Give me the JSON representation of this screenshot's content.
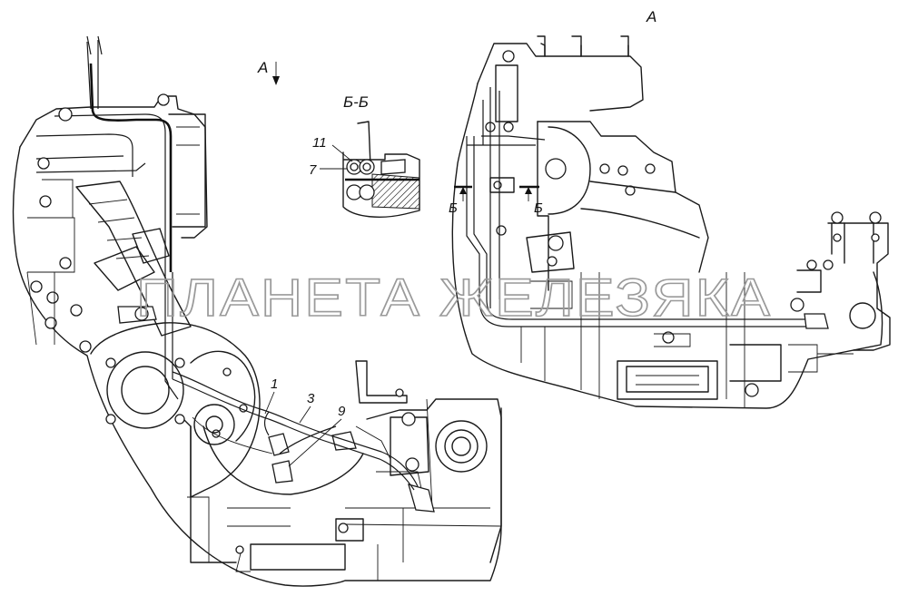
{
  "watermark": "ПЛАНЕТА ЖЕЛЕЗЯКА",
  "view_labels": {
    "view_a_arrow": "А",
    "view_a_title": "А",
    "section_title": "Б-Б",
    "section_mark_left": "Б",
    "section_mark_right": "Б"
  },
  "callouts": {
    "c1": "1",
    "c3": "3",
    "c9": "9",
    "c11": "11",
    "c7": "7"
  },
  "colors": {
    "line": "#1a1a1a",
    "watermark": "#9a9a9a",
    "background": "#ffffff"
  }
}
